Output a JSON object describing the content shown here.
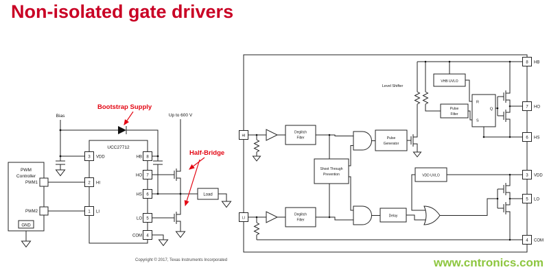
{
  "title": "Non-isolated gate drivers",
  "colors": {
    "title_red": "#c90024",
    "annotation_red": "#e30613",
    "watermark_green": "#8dc63f",
    "line_black": "#222222"
  },
  "footer": {
    "copyright": "Copyright © 2017, Texas Instruments Incorporated",
    "watermark": "www.cntronics.com"
  },
  "schematic": {
    "bias_label": "Bias",
    "bootstrap_label": "Bootstrap Supply",
    "voltage_label": "Up to 600 V",
    "half_bridge_label": "Half-Bridge",
    "load_label": "Load",
    "chip_name": "UCC27712",
    "pwm": {
      "line1": "PWM",
      "line2": "Controller",
      "out1": "PWM1",
      "out2": "PWM2",
      "gnd": "GND"
    },
    "left_pins": [
      {
        "num": "3",
        "name": "VDD"
      },
      {
        "num": "2",
        "name": "HI"
      },
      {
        "num": "1",
        "name": "LI"
      }
    ],
    "right_pins": [
      {
        "num": "8",
        "name": "HB"
      },
      {
        "num": "7",
        "name": "HO"
      },
      {
        "num": "6",
        "name": "HS"
      },
      {
        "num": "5",
        "name": "LO"
      },
      {
        "num": "4",
        "name": "COM"
      }
    ]
  },
  "block_diagram": {
    "inputs": {
      "hi": "HI",
      "li": "LI"
    },
    "pins": [
      {
        "num": "8",
        "name": "HB"
      },
      {
        "num": "7",
        "name": "HO"
      },
      {
        "num": "6",
        "name": "HS"
      },
      {
        "num": "3",
        "name": "VDD"
      },
      {
        "num": "5",
        "name": "LO"
      },
      {
        "num": "4",
        "name": "COM"
      }
    ],
    "blocks": {
      "deglitch": [
        "Deglitch",
        "Filter"
      ],
      "level_shifter": "Level Shifter",
      "vhb_uvlo": "VHB UVLO",
      "pulse_filter": [
        "Pulse",
        "Filter"
      ],
      "pulse_generator": [
        "Pulse",
        "Generator"
      ],
      "shoot_through": [
        "Shoot Through",
        "Prevention"
      ],
      "vdd_uvlo": "VDD UVLO",
      "delay": "Delay"
    },
    "latch": {
      "r": "R",
      "s": "S",
      "q": "Q"
    }
  }
}
